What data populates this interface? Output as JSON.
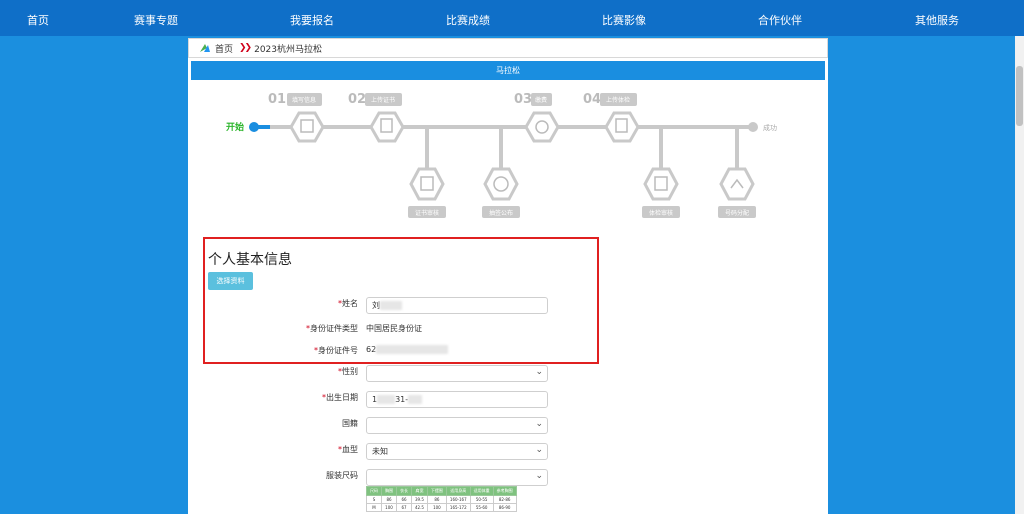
{
  "nav": {
    "items": [
      "首页",
      "赛事专题",
      "我要报名",
      "比赛成绩",
      "比赛影像",
      "合作伙伴",
      "其他服务"
    ]
  },
  "breadcrumb": {
    "home": "首页",
    "current": "2023杭州马拉松"
  },
  "title_bar": "马拉松",
  "flow": {
    "start": "开始",
    "end": "成功",
    "steps": [
      {
        "num": "01",
        "label": "填写信息"
      },
      {
        "num": "02",
        "label": "上传证书"
      },
      {
        "num": "03",
        "label": "缴费"
      },
      {
        "num": "04",
        "label": "上传体检"
      }
    ],
    "branches": [
      "证书审核",
      "抽签公布",
      "体检审核",
      "号码分配"
    ]
  },
  "form": {
    "section_title": "个人基本信息",
    "choose_button": "选择资料",
    "name_label": "姓名",
    "name_value": "刘",
    "id_type_label": "身份证件类型",
    "id_type_value": "中国居民身份证",
    "id_number_label": "身份证件号",
    "id_number_value": "62",
    "gender_label": "性别",
    "gender_value": "",
    "birth_label": "出生日期",
    "birth_value_prefix": "1",
    "birth_value_mid": "31-",
    "nationality_label": "国籍",
    "nationality_value": "",
    "blood_label": "血型",
    "blood_value": "未知",
    "clothes_label": "服装尺码",
    "clothes_value": ""
  },
  "size_table": {
    "headers": [
      "尺码",
      "胸围",
      "衣长",
      "肩宽",
      "下摆围",
      "适用身高",
      "适用体重",
      "参考胸围"
    ],
    "rows": [
      [
        "S",
        "86",
        "66",
        "39.5",
        "86",
        "160-167",
        "50-55",
        "82-86"
      ],
      [
        "M",
        "100",
        "67",
        "42.5",
        "100",
        "165-172",
        "55-60",
        "86-90"
      ]
    ]
  },
  "colors": {
    "nav_bg": "#0f6fc8",
    "page_bg": "#1b8fdf",
    "title_bar": "#1a8ee0",
    "start_green": "#2db52d",
    "highlight": "#e02020"
  }
}
